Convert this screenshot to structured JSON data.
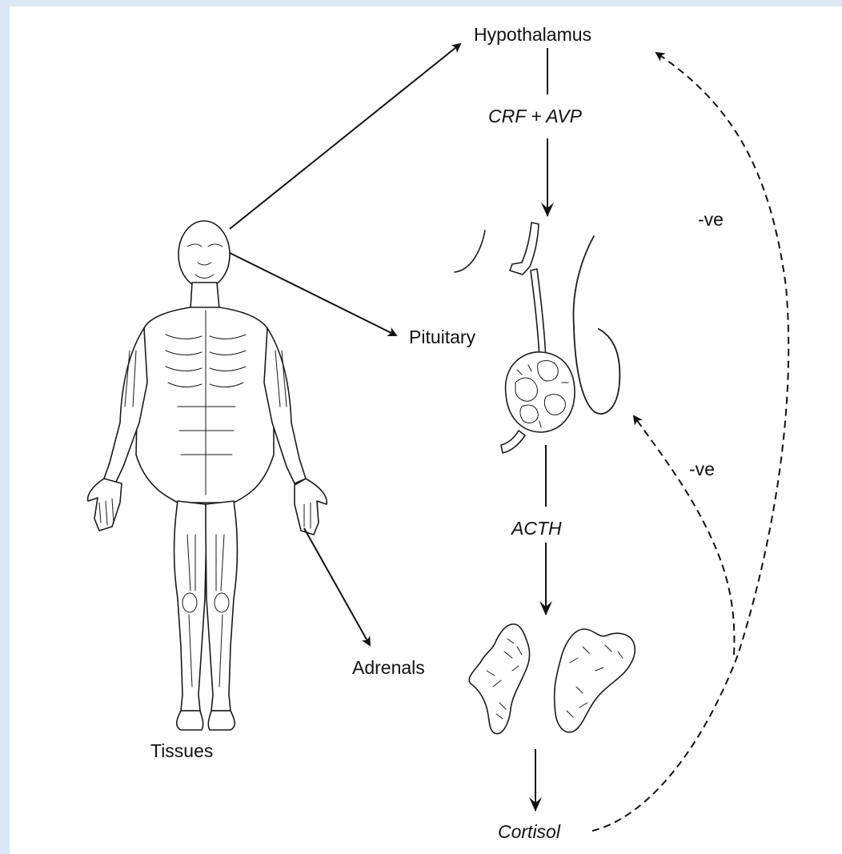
{
  "diagram": {
    "labels": {
      "hypothalamus": "Hypothalamus",
      "crf_avp": "CRF + AVP",
      "pituitary": "Pituitary",
      "acth": "ACTH",
      "adrenals": "Adrenals",
      "cortisol": "Cortisol",
      "tissues": "Tissues",
      "neg_feedback_outer": "-ve",
      "neg_feedback_inner": "-ve"
    },
    "illustrations": {
      "human_body": "human-muscle-anatomy-figure",
      "pituitary_gland": "pituitary-gland-drawing",
      "adrenal_glands": "adrenal-glands-drawing"
    },
    "colors": {
      "frame": "#dce8f7",
      "ink": "#111111"
    }
  }
}
